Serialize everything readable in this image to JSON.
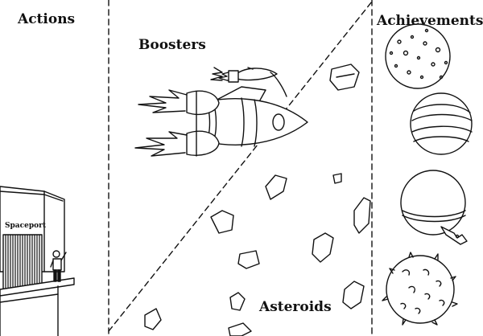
{
  "panels": {
    "actions": {
      "label": "Actions"
    },
    "boosters": {
      "label": "Boosters"
    },
    "asteroids": {
      "label": "Asteroids"
    },
    "achievements": {
      "label": "Achievements"
    }
  },
  "spaceport": {
    "sign": "Spaceport"
  },
  "icons": {
    "main_rocket": "rocket-icon",
    "small_rocket": "small-booster-icon",
    "astronaut": "astronaut-icon",
    "achievement_1": "cratered-planet-icon",
    "achievement_2": "striped-planet-icon",
    "achievement_3": "ringed-planet-icon",
    "achievement_4": "spiky-planet-icon"
  },
  "colors": {
    "ink": "#111111",
    "paper": "#ffffff"
  }
}
